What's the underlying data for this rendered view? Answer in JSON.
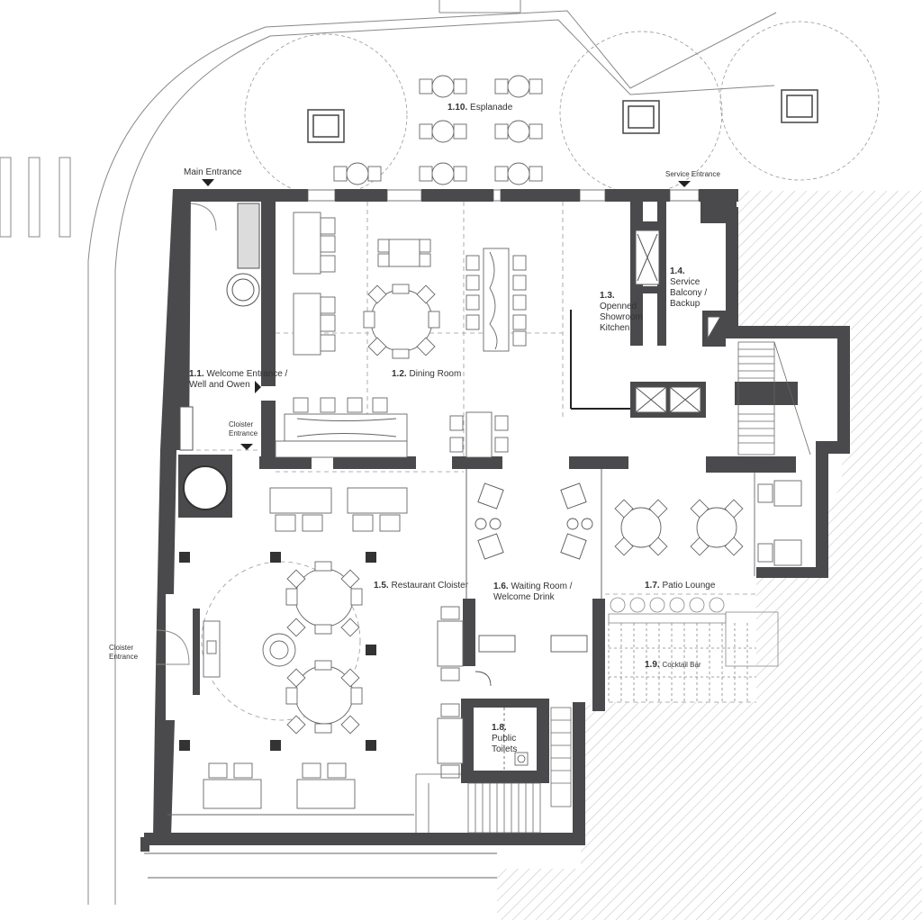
{
  "labels": {
    "main_entrance": "Main Entrance",
    "service_entrance": "Service Entrance",
    "esplanade": {
      "num": "1.10.",
      "name": "Esplanade"
    },
    "welcome_entrance": {
      "num": "1.1.",
      "line1": "Welcome Entrance /",
      "line2": "Well and Owen"
    },
    "dining_room": {
      "num": "1.2.",
      "name": "Dining Room"
    },
    "kitchen": {
      "num": "1.3.",
      "l1": "Openned",
      "l2": "Showroom",
      "l3": "Kitchen"
    },
    "service_balcony": {
      "num": "1.4.",
      "l1": "Service",
      "l2": "Balcony /",
      "l3": "Backup"
    },
    "cloister_entrance_inner": {
      "l1": "Cloister",
      "l2": "Entrance"
    },
    "cloister_entrance_outer": {
      "l1": "Cloister",
      "l2": "Entrance"
    },
    "restaurant_cloister": {
      "num": "1.5.",
      "name": "Restaurant Cloister"
    },
    "waiting_room": {
      "num": "1.6.",
      "line1": "Waiting Room /",
      "line2": "Welcome Drink"
    },
    "patio_lounge": {
      "num": "1.7.",
      "name": "Patio Lounge"
    },
    "public_toilets": {
      "num": "1.8.",
      "l1": "Public",
      "l2": "Toilets"
    },
    "cocktail_bar": {
      "num": "1.9.",
      "name": "Cocktail Bar"
    }
  },
  "colors": {
    "wall": "#4a4a4d",
    "line": "#555555",
    "dashed": "#9a9a9a",
    "hatch": "#bdbdbd"
  }
}
